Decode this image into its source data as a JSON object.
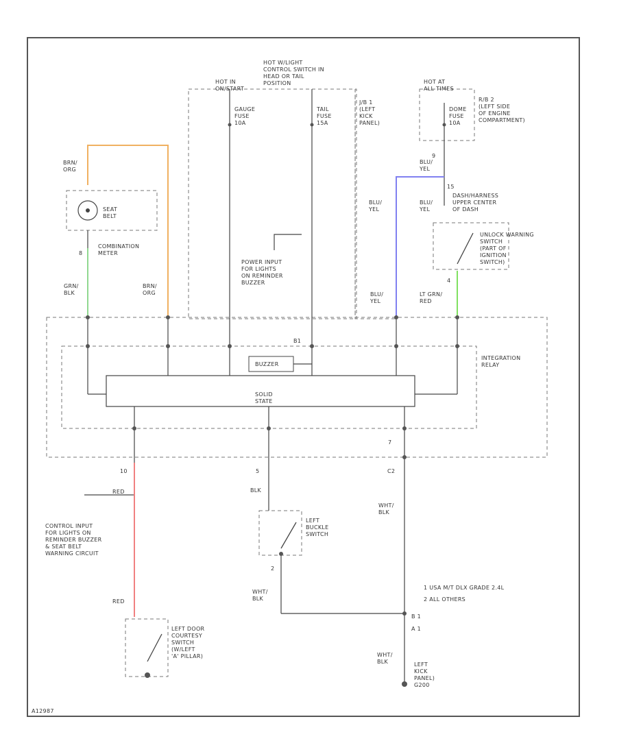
{
  "colors": {
    "orange_wire": "#f0b060",
    "green_wire": "#90d890",
    "blue_wire": "#8080f0",
    "red_wire": "#f08080",
    "light_green_wire": "#80e060"
  },
  "labels": {
    "hot_in_on_start": "HOT IN\nON/START",
    "hot_in_light": "HOT W/LIGHT\nCONTROL SWITCH IN\nHEAD OR TAIL\nPOSITION",
    "hot_at_all_times": "HOT AT\nALL TIMES",
    "gauge_fuse": "GAUGE\nFUSE\n10A",
    "tail_fuse": "TAIL\nFUSE\n15A",
    "dome_fuse": "DOME\nFUSE\n10A",
    "jb1": "J/B 1\n(LEFT\nKICK\nPANEL)",
    "rb2": "R/B 2\n(LEFT SIDE\nOF ENGINE\nCOMPARTMENT)",
    "brn_org_top": "BRN/\nORG",
    "seat_belt": "SEAT\nBELT",
    "pin_8": "8",
    "combination_meter": "COMBINATION\nMETER",
    "grn_blk": "GRN/\nBLK",
    "brn_org_bottom": "BRN/\nORG",
    "power_input": "POWER INPUT\nFOR LIGHTS\nON REMINDER\nBUZZER",
    "blu_yel_1": "BLU/\nYEL",
    "blu_yel_2": "BLU/\nYEL",
    "blu_yel_3": "BLU/\nYEL",
    "blu_yel_4": "BLU/\nYEL",
    "pin_9": "9",
    "pin_15": "15",
    "dash_harness": "DASH/HARNESS\nUPPER CENTER\nOF DASH",
    "unlock_warning": "UNLOCK WARNING\nSWITCH\n(PART OF\nIGNITION\nSWITCH)",
    "pin_4": "4",
    "lt_grn_red": "LT GRN/\nRED",
    "pin_b1": "B1",
    "integration_relay": "INTEGRATION\nRELAY",
    "buzzer": "BUZZER",
    "solid_state": "SOLID\nSTATE",
    "pin_7": "7",
    "pin_10": "10",
    "pin_5": "5",
    "c2": "C2",
    "red_top": "RED",
    "blk": "BLK",
    "wht_blk_1": "WHT/\nBLK",
    "left_buckle": "LEFT\nBUCKLE\nSWITCH",
    "pin_2": "2",
    "control_input": "CONTROL INPUT\nFOR LIGHTS ON\nREMINDER BUZZER\n& SEAT BELT\nWARNING CIRCUIT",
    "wht_blk_2": "WHT/\nBLK",
    "legend_1": "1   USA M/T DLX GRADE 2.4L",
    "legend_2": "2   ALL OTHERS",
    "pin_b": "B   1",
    "pin_a": "A   1",
    "red_bottom": "RED",
    "left_door": "LEFT DOOR\nCOURTESY\nSWITCH\n(W/LEFT\n'A' PILLAR)",
    "wht_blk_3": "WHT/\nBLK",
    "ground": "LEFT\nKICK\nPANEL)\nG200",
    "ref_code": "A12987"
  }
}
